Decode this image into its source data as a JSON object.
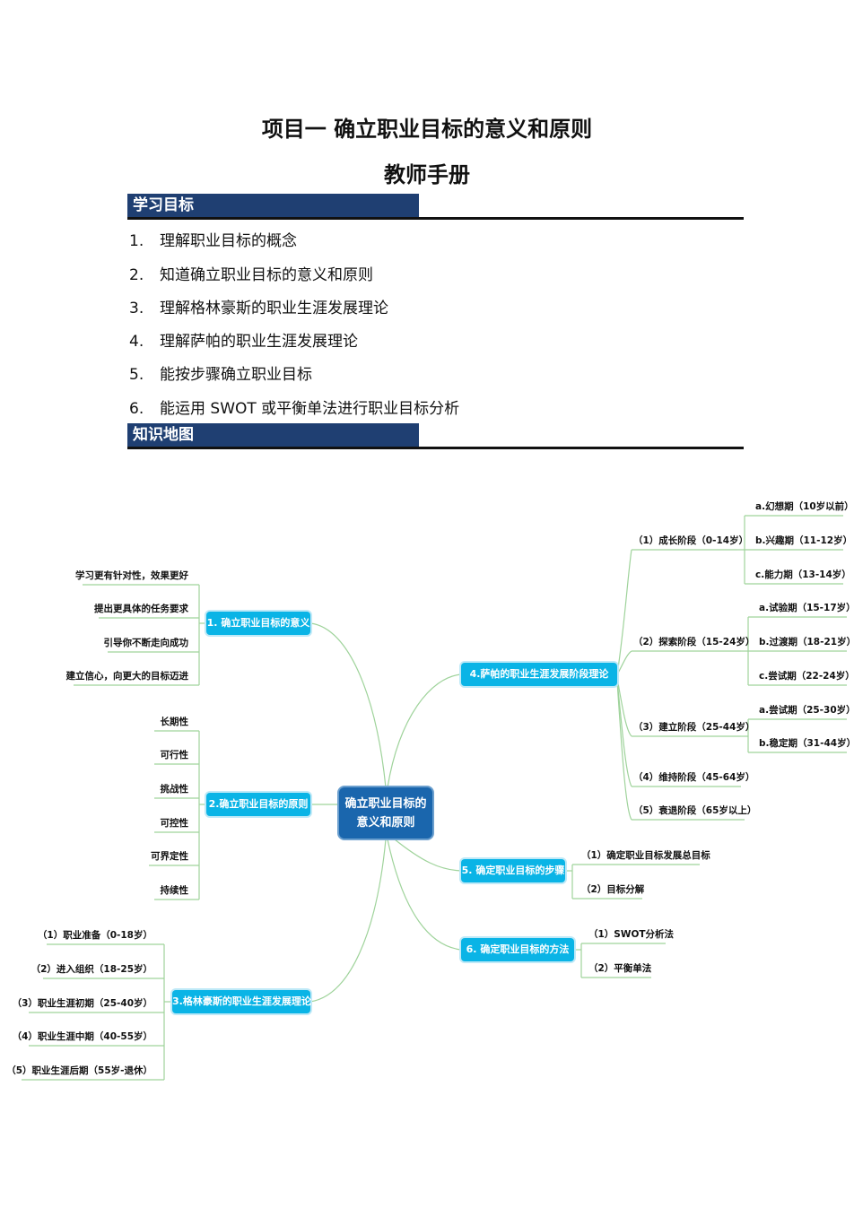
{
  "header": {
    "title": "项目一 确立职业目标的意义和原则",
    "subtitle": "教师手册"
  },
  "sections": {
    "goals_label": "学习目标",
    "map_label": "知识地图"
  },
  "goals": [
    {
      "num": "1.",
      "text": "理解职业目标的概念"
    },
    {
      "num": "2.",
      "text": "知道确立职业目标的意义和原则"
    },
    {
      "num": "3.",
      "text": "理解格林豪斯的职业生涯发展理论"
    },
    {
      "num": "4.",
      "text": "理解萨帕的职业生涯发展理论"
    },
    {
      "num": "5.",
      "text": "能按步骤确立职业目标"
    },
    {
      "num": "6.",
      "text": "能运用 SWOT 或平衡单法进行职业目标分析"
    }
  ],
  "mindmap": {
    "center": [
      "确立职业目标的",
      "意义和原则"
    ],
    "b1": {
      "label": "1. 确立职业目标的意义",
      "items": [
        "学习更有针对性，效果更好",
        "提出更具体的任务要求",
        "引导你不断走向成功",
        "建立信心，向更大的目标迈进"
      ]
    },
    "b2": {
      "label": "2.确立职业目标的原则",
      "items": [
        "长期性",
        "可行性",
        "挑战性",
        "可控性",
        "可界定性",
        "持续性"
      ]
    },
    "b3": {
      "label": "3.格林豪斯的职业生涯发展理论",
      "items": [
        "（1）职业准备（0-18岁）",
        "（2）进入组织（18-25岁）",
        "（3）职业生涯初期（25-40岁）",
        "（4）职业生涯中期（40-55岁）",
        "（5）职业生涯后期（55岁-退休）"
      ]
    },
    "b4": {
      "label": "4.萨帕的职业生涯发展阶段理论",
      "stages": [
        {
          "label": "（1）成长阶段（0-14岁）",
          "subs": [
            "a.幻想期（10岁以前）",
            "b.兴趣期（11-12岁）",
            "c.能力期（13-14岁）"
          ]
        },
        {
          "label": "（2）探索阶段（15-24岁）",
          "subs": [
            "a.试验期（15-17岁）",
            "b.过渡期（18-21岁）",
            "c.尝试期（22-24岁）"
          ]
        },
        {
          "label": "（3）建立阶段（25-44岁）",
          "subs": [
            "a.尝试期（25-30岁）",
            "b.稳定期（31-44岁）"
          ]
        },
        {
          "label": "（4）维持阶段（45-64岁）",
          "subs": []
        },
        {
          "label": "（5）衰退阶段（65岁以上）",
          "subs": []
        }
      ]
    },
    "b5": {
      "label": "5. 确定职业目标的步骤",
      "items": [
        "（1）确定职业目标发展总目标",
        "（2）目标分解"
      ]
    },
    "b6": {
      "label": "6. 确定职业目标的方法",
      "items": [
        "（1）SWOT分析法",
        "（2）平衡单法"
      ]
    }
  },
  "colors": {
    "section_bar": "#1f3f72",
    "branch_box": "#0ab4e6",
    "center_box": "#1a66ad",
    "connector": "#9fd39b"
  }
}
